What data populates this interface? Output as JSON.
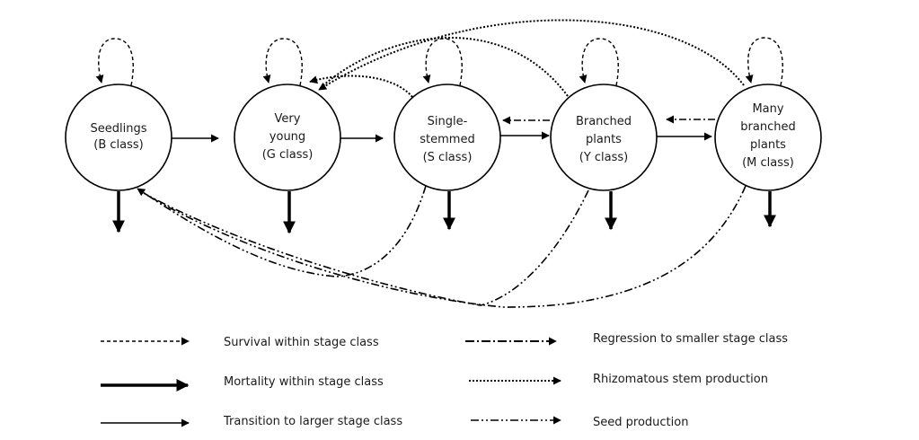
{
  "diagram": {
    "nodes": [
      {
        "id": "B",
        "lines": [
          "Seedlings",
          "(B class)"
        ]
      },
      {
        "id": "G",
        "lines": [
          "Very",
          "young",
          "(G class)"
        ]
      },
      {
        "id": "S",
        "lines": [
          "Single-",
          "stemmed",
          "(S class)"
        ]
      },
      {
        "id": "Y",
        "lines": [
          "Branched",
          "plants",
          "(Y class)"
        ]
      },
      {
        "id": "M",
        "lines": [
          "Many",
          "branched",
          "plants",
          "(M class)"
        ]
      }
    ],
    "legend": {
      "survival": "Survival within stage class",
      "mortality": "Mortality within stage class",
      "transition": "Transition to larger stage class",
      "regression": "Regression to smaller stage class",
      "rhizomatous": "Rhizomatous stem production",
      "seed": "Seed production"
    },
    "colors": {
      "stroke": "#000000",
      "text": "#1a1a1a"
    }
  }
}
